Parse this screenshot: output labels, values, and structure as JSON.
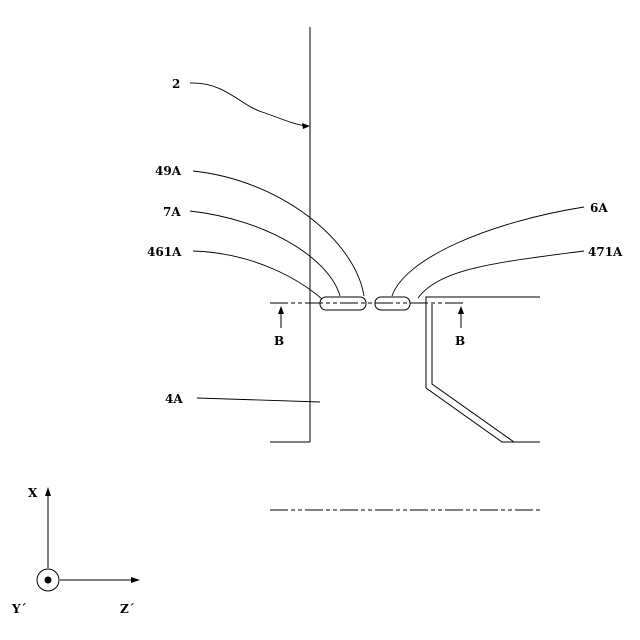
{
  "labels": {
    "ref_2": "2",
    "ref_49A": "49A",
    "ref_7A": "7A",
    "ref_461A": "461A",
    "ref_6A": "6A",
    "ref_471A": "471A",
    "ref_4A": "4A",
    "section_left": "B",
    "section_right": "B"
  },
  "axes": {
    "x": "X",
    "y": "Y´",
    "z": "Z´"
  }
}
